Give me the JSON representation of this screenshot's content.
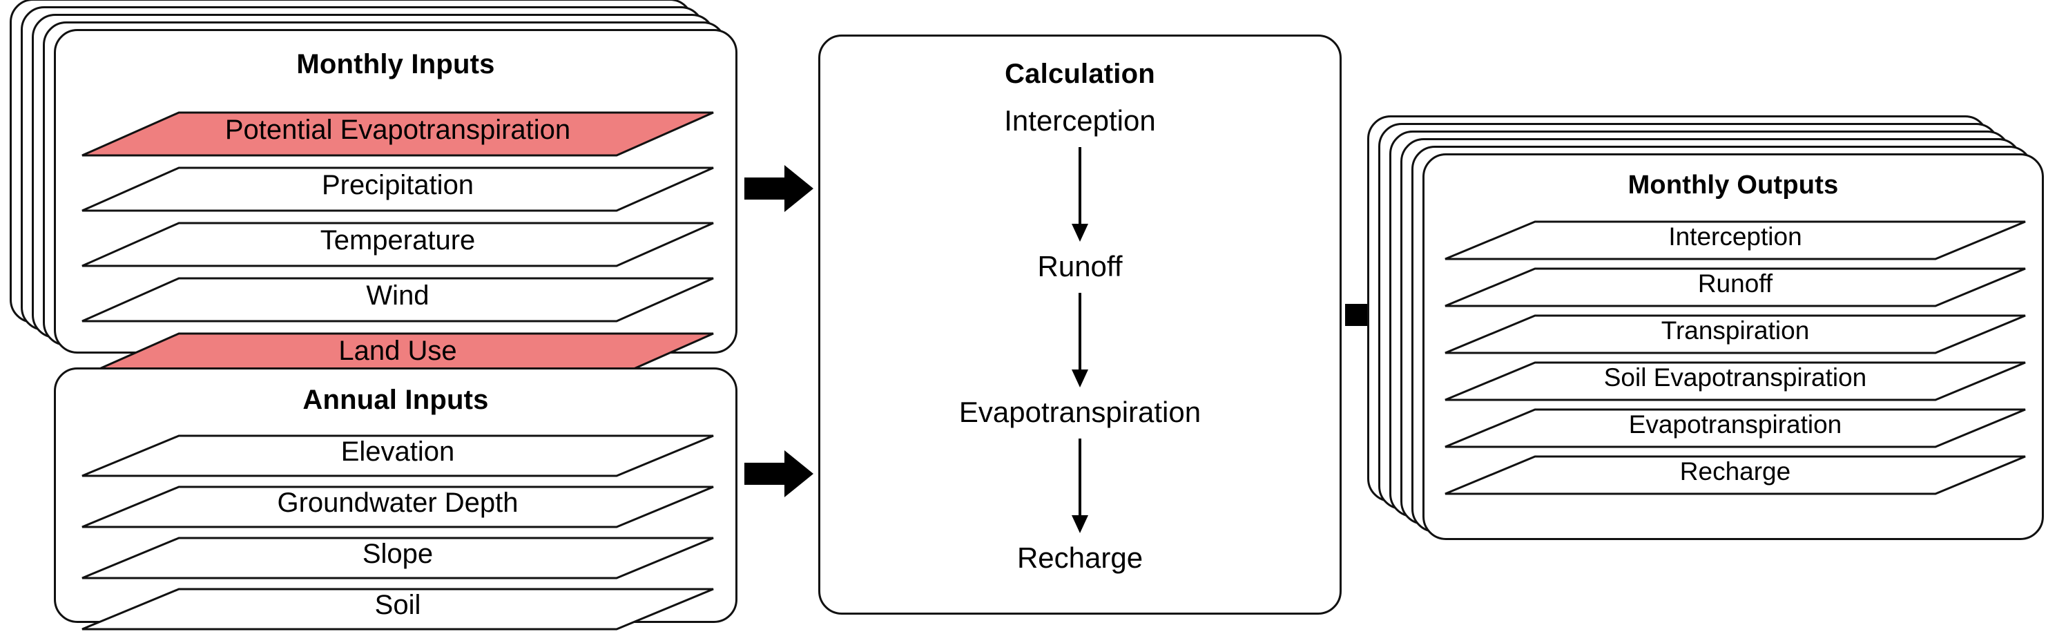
{
  "diagram": {
    "title": "Hydrologic model input / calculation / output flow",
    "background_color": "#ffffff",
    "line_color": "#111111",
    "highlight_color": "#ef7f7f"
  },
  "panels": {
    "monthly_inputs": {
      "title": "Monthly Inputs",
      "stacked": true,
      "stack_count": 4,
      "layers": [
        {
          "label": "Potential Evapotranspiration",
          "highlight": true
        },
        {
          "label": "Precipitation",
          "highlight": false
        },
        {
          "label": "Temperature",
          "highlight": false
        },
        {
          "label": "Wind",
          "highlight": false
        },
        {
          "label": "Land Use",
          "highlight": true
        }
      ]
    },
    "annual_inputs": {
      "title": "Annual Inputs",
      "stacked": false,
      "stack_count": 0,
      "layers": [
        {
          "label": "Elevation",
          "highlight": false
        },
        {
          "label": "Groundwater Depth",
          "highlight": false
        },
        {
          "label": "Slope",
          "highlight": false
        },
        {
          "label": "Soil",
          "highlight": false
        }
      ]
    },
    "calculation": {
      "title": "Calculation",
      "steps": [
        {
          "label": "Interception"
        },
        {
          "label": "Runoff"
        },
        {
          "label": "Evapotranspiration"
        },
        {
          "label": "Recharge"
        }
      ]
    },
    "monthly_outputs": {
      "title": "Monthly Outputs",
      "stacked": true,
      "stack_count": 5,
      "layers": [
        {
          "label": "Interception",
          "highlight": false
        },
        {
          "label": "Runoff",
          "highlight": false
        },
        {
          "label": "Transpiration",
          "highlight": false
        },
        {
          "label": "Soil Evapotranspiration",
          "highlight": false
        },
        {
          "label": "Evapotranspiration",
          "highlight": false
        },
        {
          "label": "Recharge",
          "highlight": false
        }
      ]
    }
  },
  "arrows": {
    "monthly_inputs_to_calculation": {
      "name": "arrow-monthly-inputs-to-calculation",
      "direction": "right"
    },
    "annual_inputs_to_calculation": {
      "name": "arrow-annual-inputs-to-calculation",
      "direction": "right"
    },
    "calculation_to_monthly_outputs": {
      "name": "arrow-calculation-to-monthly-outputs",
      "direction": "right"
    }
  }
}
